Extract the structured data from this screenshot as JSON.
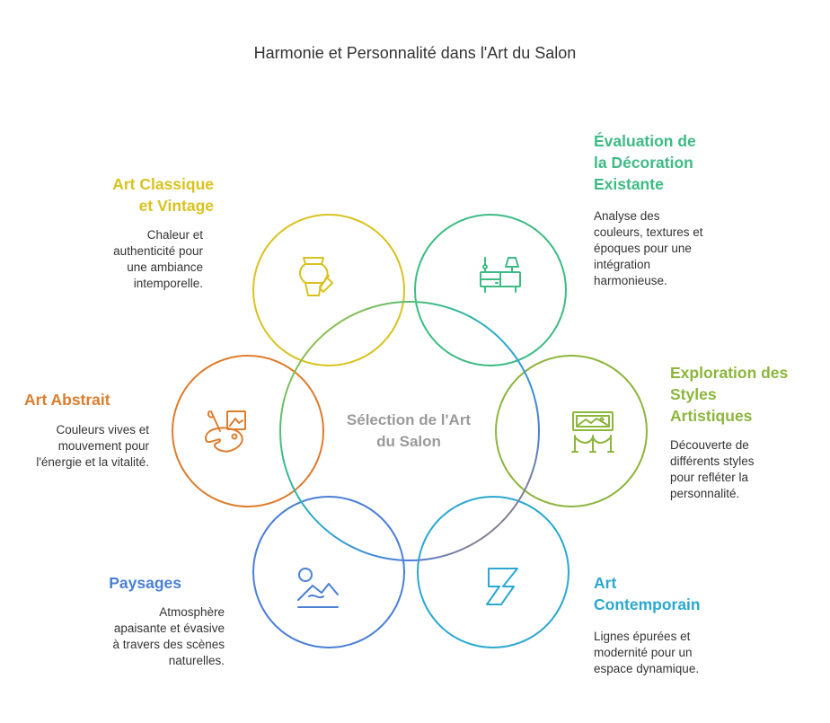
{
  "title": "Harmonie et Personnalité dans l'Art du Salon",
  "center": {
    "label": "Sélection de\nl'Art du Salon",
    "color": "#9a9a9a"
  },
  "nodes": [
    {
      "id": "classique",
      "heading": "Art Classique\net Vintage",
      "description": "Chaleur et\nauthenticité pour\nune ambiance\nintemporelle.",
      "color": "#d9c21e",
      "icon": "vase-brush-icon"
    },
    {
      "id": "evaluation",
      "heading": "Évaluation de\nla Décoration\nExistante",
      "description": "Analyse des\ncouleurs, textures et\népoques pour une\nintégration\nharmonieuse.",
      "color": "#3dbb84",
      "icon": "furniture-lamp-icon"
    },
    {
      "id": "exploration",
      "heading": "Exploration des\nStyles\nArtistiques",
      "description": "Découverte de\ndifférents styles\npour refléter la\npersonnalité.",
      "color": "#8cb63c",
      "icon": "gallery-frame-icon"
    },
    {
      "id": "contemporain",
      "heading": "Art\nContemporain",
      "description": "Lignes épurées et\nmodernité pour un\nespace dynamique.",
      "color": "#2aa8d2",
      "icon": "abstract-z-icon"
    },
    {
      "id": "paysages",
      "heading": "Paysages",
      "description": "Atmosphère\napaisante et évasive\nà travers des scènes\nnaturelles.",
      "color": "#4a7fd6",
      "icon": "landscape-icon"
    },
    {
      "id": "abstrait",
      "heading": "Art Abstrait",
      "description": "Couleurs vives et\nmouvement pour\nl'énergie et la vitalité.",
      "color": "#dc7d2e",
      "icon": "palette-brush-icon"
    }
  ]
}
